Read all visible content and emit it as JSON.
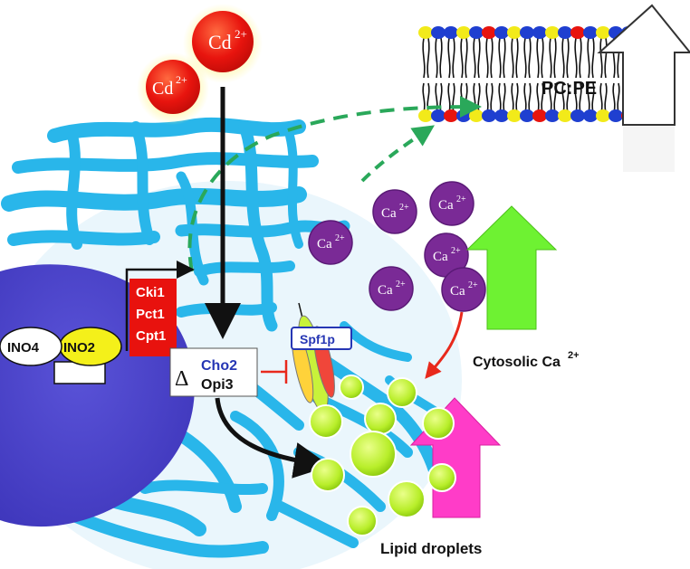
{
  "cations": {
    "cd_symbol": "Cd",
    "cd_charge": "2+",
    "ca_symbol": "Ca",
    "ca_charge": "2+"
  },
  "membrane": {
    "label": "PC:PE"
  },
  "genes": {
    "ino4": "INO4",
    "ino2": "INO2",
    "cki1": "Cki1",
    "pct1": "Pct1",
    "cpt1": "Cpt1",
    "delta": "Δ",
    "cho2": "Cho2",
    "opi3": "Opi3",
    "spf1p": "Spf1p"
  },
  "outcomes": {
    "cytosolic_ca": "Cytosolic Ca",
    "cytosolic_ca_charge": "2+",
    "lipid_droplets": "Lipid droplets"
  },
  "colors": {
    "er": "#29b6ea",
    "nucleus": "#4a43c8",
    "cadmium": "#e8140e",
    "calcium": "#7a2a96",
    "droplet": "#b8ee2a",
    "up_green": "#6ef232",
    "up_magenta": "#ff3cc8",
    "green_dash": "#2aa85a",
    "red_arrow": "#e8291c",
    "gene_red": "#e8120e",
    "cho2_blue": "#2636b4"
  }
}
